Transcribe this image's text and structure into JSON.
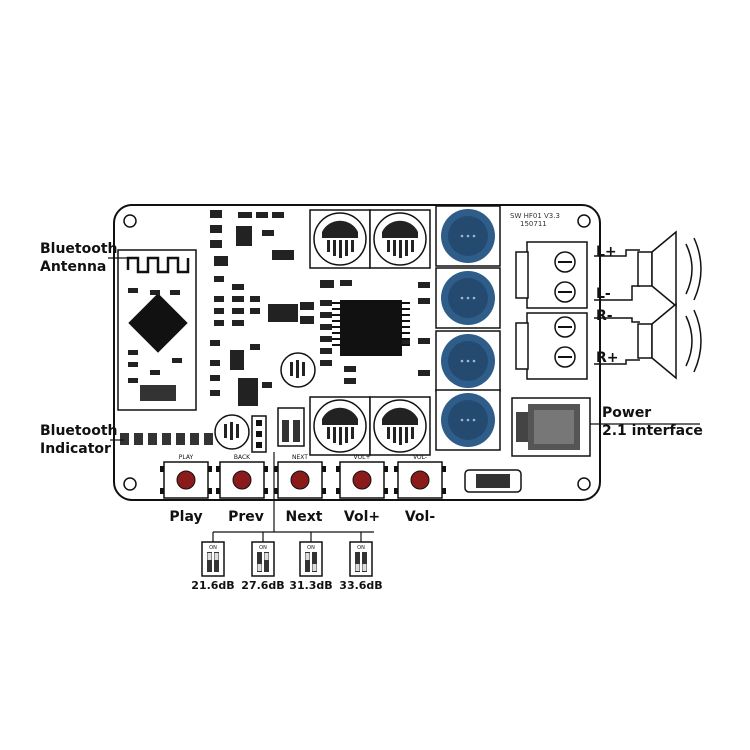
{
  "callouts": {
    "bluetooth_antenna": [
      "Bluetooth",
      "Antenna"
    ],
    "bluetooth_indicator": [
      "Bluetooth",
      "Indicator"
    ],
    "power": [
      "Power",
      "2.1 interface"
    ]
  },
  "speaker_terminals": {
    "left_plus": "L+",
    "left_minus": "L-",
    "right_minus": "R-",
    "right_plus": "R+"
  },
  "buttons": [
    {
      "silk": "PLAY",
      "label": "Play"
    },
    {
      "silk": "BACK",
      "label": "Prev"
    },
    {
      "silk": "NEXT",
      "label": "Next"
    },
    {
      "silk": "VOL+",
      "label": "Vol+"
    },
    {
      "silk": "VOL-",
      "label": "Vol-"
    }
  ],
  "gain_settings": [
    "21.6dB",
    "27.6dB",
    "31.3dB",
    "33.6dB"
  ],
  "dip_switch_text": "ON",
  "board_revision": [
    "SW HF01 V3.3",
    "150711"
  ],
  "colors": {
    "inductor": "#2f5d8a",
    "button": "#8b1a1a",
    "outline": "#111111"
  }
}
